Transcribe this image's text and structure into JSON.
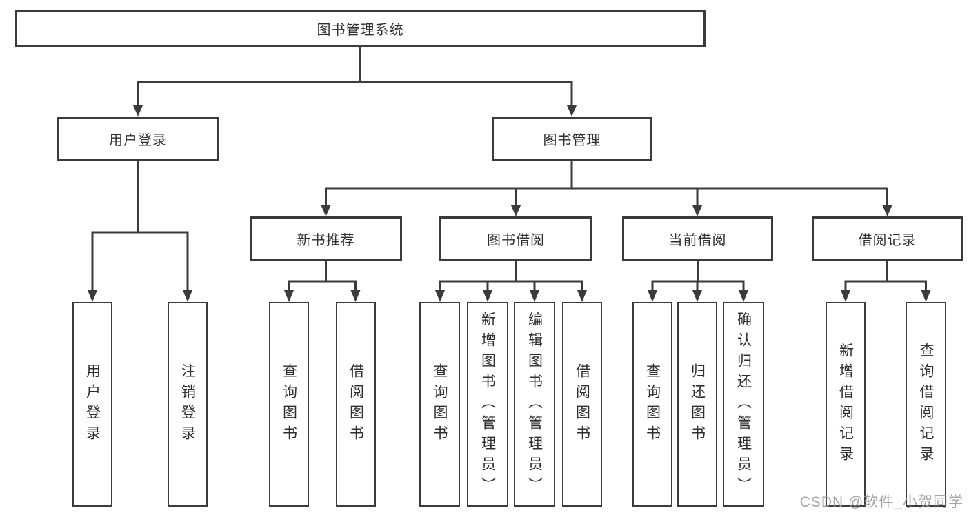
{
  "nodes": {
    "root": "图书管理系统",
    "level2": {
      "user_login": "用户登录",
      "book_mgmt": "图书管理"
    },
    "level3": {
      "new_rec": "新书推荐",
      "book_borrow": "图书借阅",
      "current_borrow": "当前借阅",
      "borrow_records": "借阅记录"
    },
    "leaves": {
      "ul_login": "用户登录",
      "ul_logout": "注销登录",
      "nr_query": "查询图书",
      "nr_borrow": "借阅图书",
      "bb_query": "查询图书",
      "bb_add": "新增图书（管理员）",
      "bb_edit": "编辑图书（管理员）",
      "bb_borrow": "借阅图书",
      "cb_query": "查询图书",
      "cb_return": "归还图书",
      "cb_confirm": "确认归还（管理员）",
      "br_add": "新增借阅记录",
      "br_query": "查询借阅记录"
    }
  },
  "watermark": "CSDN @软件_小贺同学",
  "colors": {
    "line": "#3b3b3b",
    "text": "#2f2f2f",
    "watermark": "#9e9e9e",
    "background": "#ffffff"
  }
}
